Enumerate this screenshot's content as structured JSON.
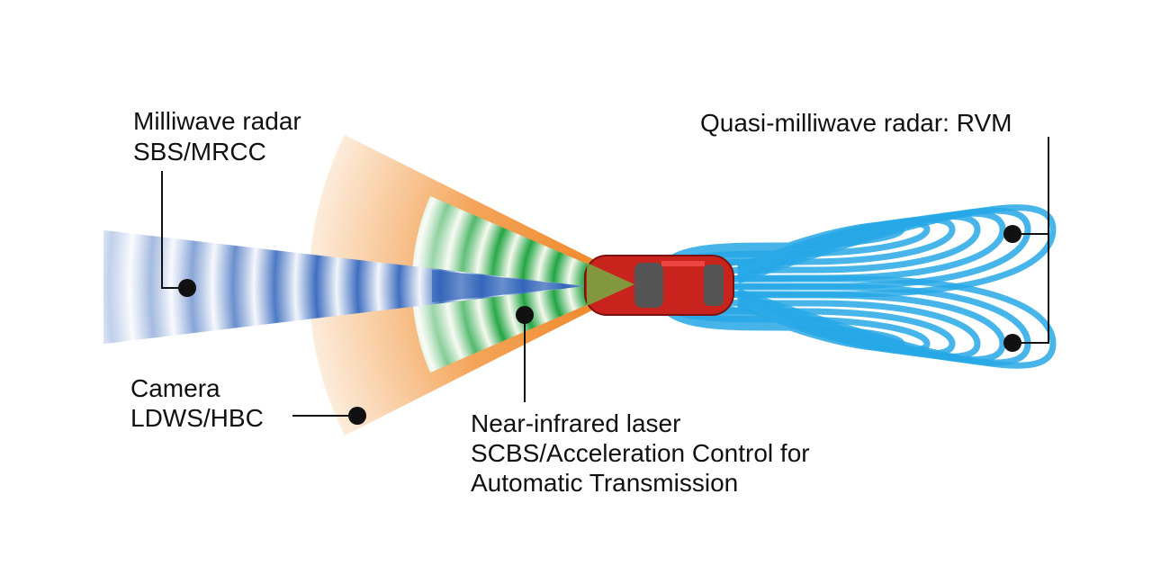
{
  "labels": {
    "milliwave_title": "Milliwave radar",
    "milliwave_sub": "SBS/MRCC",
    "camera_title": "Camera",
    "camera_sub": "LDWS/HBC",
    "laser_title": "Near-infrared laser",
    "laser_sub1": "SCBS/Acceleration Control for",
    "laser_sub2": "Automatic Transmission",
    "quasi_title": "Quasi-milliwave radar: RVM"
  },
  "colors": {
    "camera_fan": "#f39a3c",
    "laser_fan": "#2aa847",
    "front_radar": "#3f6fc0",
    "rear_radar": "#27a8e6",
    "car": "#c8231d"
  }
}
